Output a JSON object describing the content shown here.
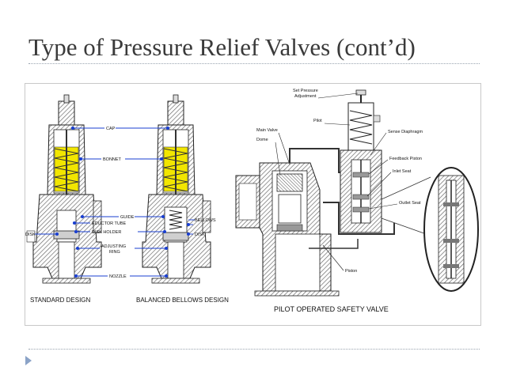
{
  "slide": {
    "title": "Type of Pressure Relief Valves (cont’d)"
  },
  "left_diagram": {
    "labels": {
      "cap": "CAP",
      "bonnet": "BONNET",
      "guide": "GUIDE",
      "eductor_tube": "EDUCTOR TUBE",
      "disk_holder": "DISK HOLDER",
      "disk_left": "DISK",
      "adjusting_ring_1": "ADJUSTING",
      "adjusting_ring_2": "RING",
      "nozzle": "NOZZLE",
      "bellows": "BELLOWS",
      "disk_right": "DISK"
    },
    "captions": {
      "standard": "STANDARD DESIGN",
      "balanced": "BALANCED BELLOWS DESIGN"
    }
  },
  "right_diagram": {
    "labels": {
      "set_pressure_1": "Set Pressure",
      "set_pressure_2": "Adjustment",
      "pilot": "Pilot",
      "main_valve": "Main Valve",
      "dome": "Dome",
      "sense_diaphragm": "Sense Diaphragm",
      "feedback_piston": "Feedback Piston",
      "inlet_seat": "Inlet Seat",
      "outlet_seat": "Outlet Seat",
      "piston": "Piston"
    },
    "caption": "PILOT OPERATED SAFETY VALVE"
  },
  "colors": {
    "spring": "#f2e600",
    "leader": "#1a3fd1",
    "hatch": "#777777"
  }
}
